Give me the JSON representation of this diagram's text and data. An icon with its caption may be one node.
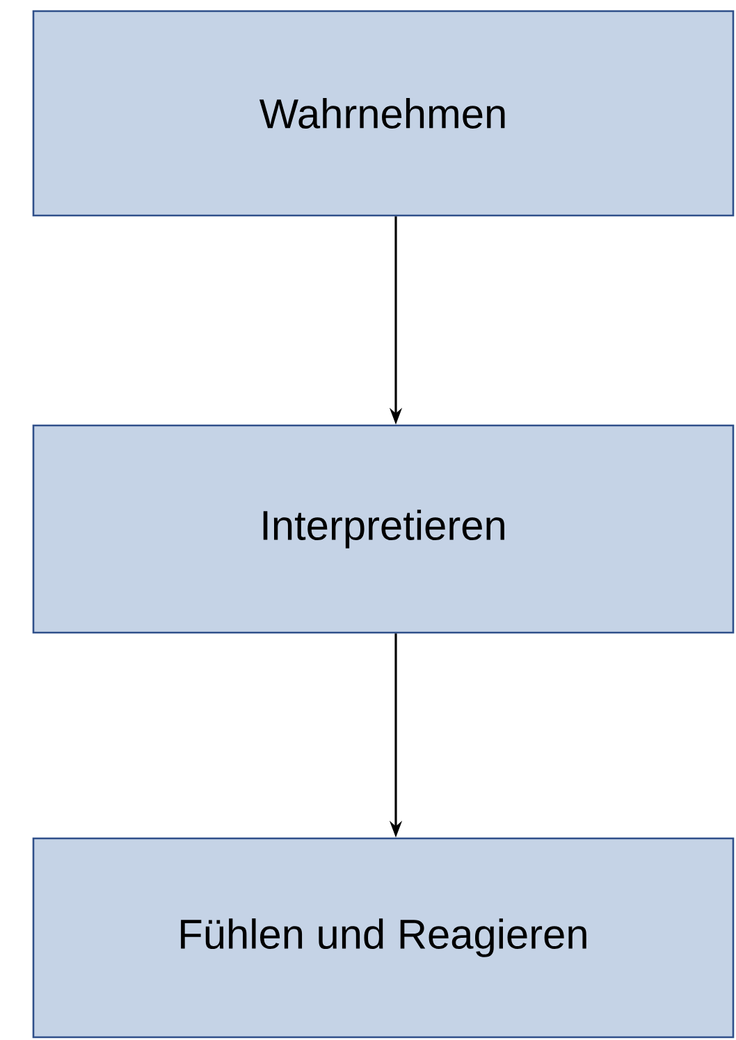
{
  "diagram": {
    "nodes": [
      {
        "text": [
          "Wahrnehmen"
        ]
      },
      {
        "text": [
          "Interpretieren"
        ]
      },
      {
        "text": [
          "Fühlen und Reagieren"
        ]
      }
    ],
    "edges": [
      {
        "from": 0,
        "to": 1,
        "arrow": "to"
      },
      {
        "from": 1,
        "to": 2,
        "arrow": "to"
      }
    ]
  }
}
